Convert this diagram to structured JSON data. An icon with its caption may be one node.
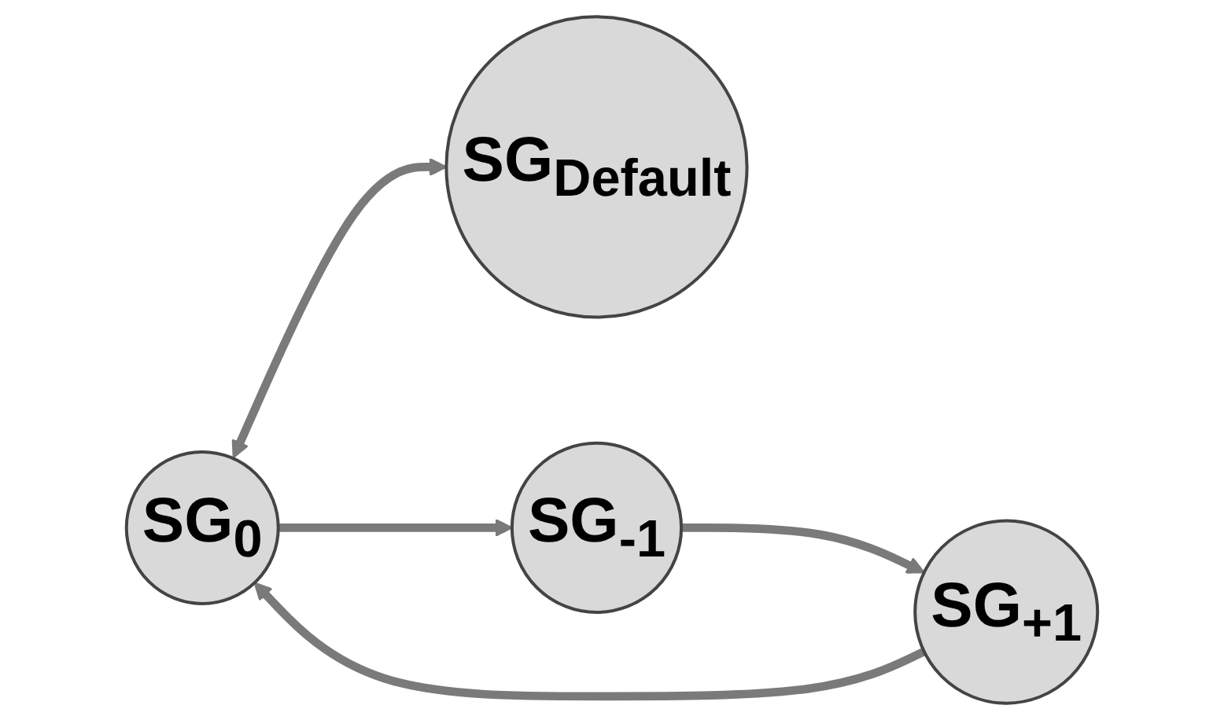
{
  "diagram": {
    "nodes": [
      {
        "text": [
          "SG$_{0}$"
        ]
      },
      {
        "text": [
          "SG$_{Default}$"
        ]
      },
      {
        "text": [
          "SG$_{-1}$"
        ]
      },
      {
        "text": [
          "SG$_{+1}$"
        ]
      }
    ],
    "edges": [
      {
        "from": 0,
        "to": 1,
        "arrow": "both"
      },
      {
        "from": 0,
        "to": 2,
        "arrow": "to"
      },
      {
        "from": 2,
        "to": 3,
        "arrow": "to"
      },
      {
        "from": 3,
        "to": 0,
        "arrow": "to"
      }
    ]
  }
}
